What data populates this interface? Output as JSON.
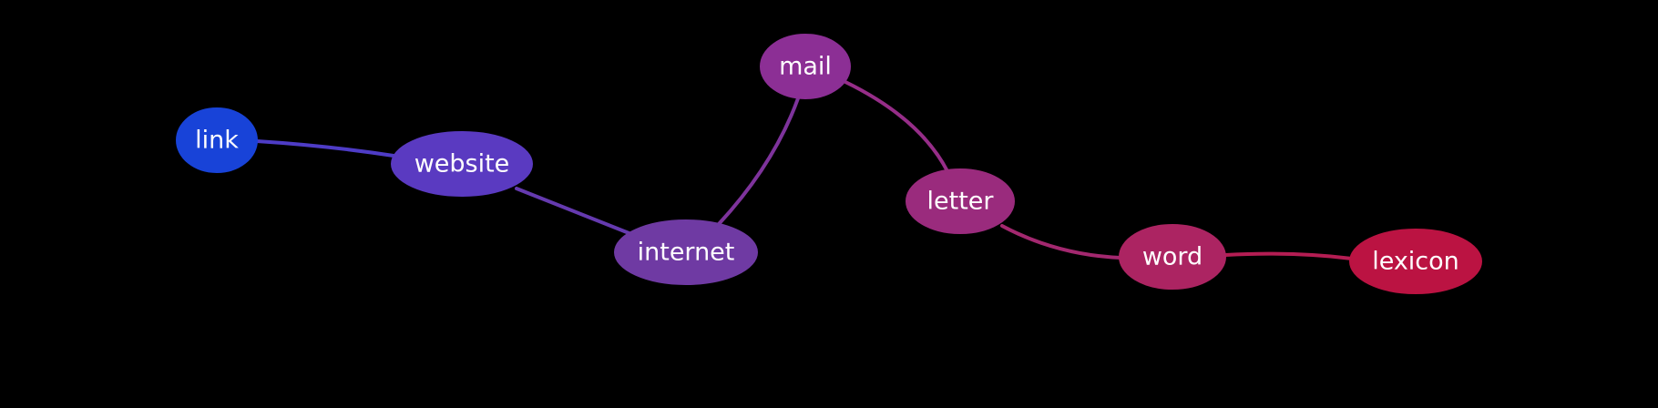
{
  "diagram": {
    "nodes": [
      {
        "id": "link",
        "label": "link",
        "color": "#1843d8"
      },
      {
        "id": "website",
        "label": "website",
        "color": "#5a3ac1"
      },
      {
        "id": "internet",
        "label": "internet",
        "color": "#6f3aa3"
      },
      {
        "id": "mail",
        "label": "mail",
        "color": "#8c2f95"
      },
      {
        "id": "letter",
        "label": "letter",
        "color": "#9a2b7d"
      },
      {
        "id": "word",
        "label": "word",
        "color": "#ac2462"
      },
      {
        "id": "lexicon",
        "label": "lexicon",
        "color": "#bb1342"
      }
    ],
    "edges": [
      {
        "from": "link",
        "to": "website",
        "color": "#4e3cc6"
      },
      {
        "from": "website",
        "to": "internet",
        "color": "#653aaf"
      },
      {
        "from": "internet",
        "to": "mail",
        "color": "#7e339c"
      },
      {
        "from": "mail",
        "to": "letter",
        "color": "#962d88"
      },
      {
        "from": "letter",
        "to": "word",
        "color": "#a3286f"
      },
      {
        "from": "word",
        "to": "lexicon",
        "color": "#b41d53"
      }
    ]
  }
}
